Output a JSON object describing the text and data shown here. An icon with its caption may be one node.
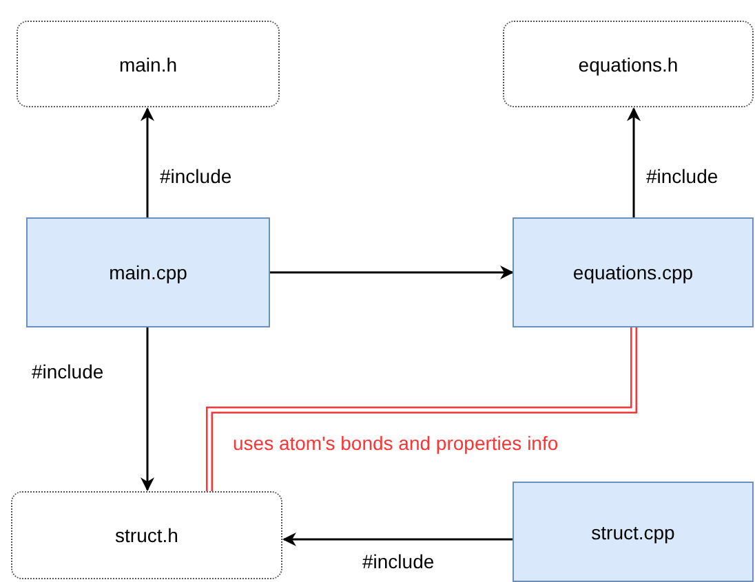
{
  "diagram": {
    "nodes": [
      {
        "text": [
          "main.h"
        ]
      },
      {
        "text": [
          "equations.h"
        ]
      },
      {
        "text": [
          "main.cpp"
        ]
      },
      {
        "text": [
          "equations.cpp"
        ]
      },
      {
        "text": [
          "struct.h"
        ]
      },
      {
        "text": [
          "struct.cpp"
        ]
      }
    ],
    "edges": [
      {
        "from": 2,
        "to": 0,
        "arrow": "to",
        "label": "#include"
      },
      {
        "from": 3,
        "to": 1,
        "arrow": "to",
        "label": "#include"
      },
      {
        "from": 2,
        "to": 3,
        "arrow": "to"
      },
      {
        "from": 2,
        "to": 4,
        "arrow": "to",
        "label": "#include"
      },
      {
        "from": 5,
        "to": 4,
        "arrow": "to",
        "label": "#include"
      },
      {
        "from": 3,
        "to": 4,
        "arrow": "none",
        "style": "thick",
        "label": "uses atom's bonds and properties info",
        "color": "#ff3333"
      }
    ]
  }
}
